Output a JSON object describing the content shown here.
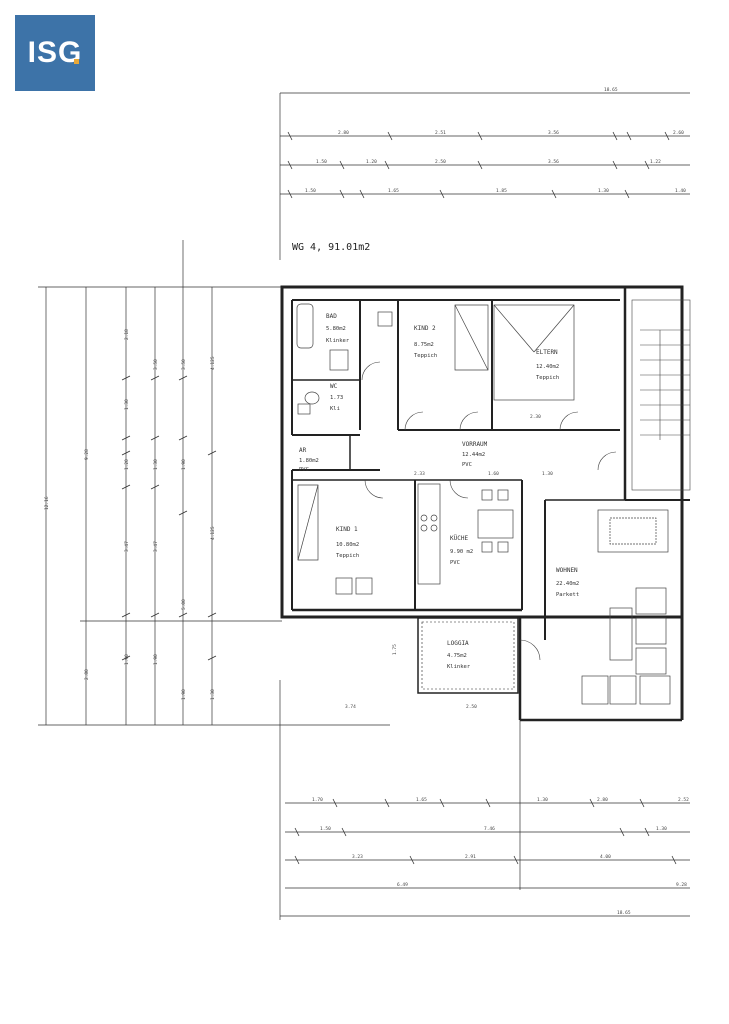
{
  "logo": {
    "text": "ISG",
    "color": "#3d73a8",
    "accent": "#e8a838"
  },
  "plan": {
    "unit_title": "WG 4, 91.01m2",
    "rooms": {
      "bad": {
        "name": "BAD",
        "area": "5.80m2",
        "floor": "Klinker"
      },
      "wc": {
        "name": "WC",
        "area": "1.73",
        "floor": "Kli"
      },
      "ar": {
        "name": "AR",
        "area": "1.80m2",
        "floor": "PVC"
      },
      "kind2": {
        "name": "KIND 2",
        "area": "8.75m2",
        "floor": "Teppich"
      },
      "eltern": {
        "name": "ELTERN",
        "area": "12.40m2",
        "floor": "Teppich"
      },
      "vorraum": {
        "name": "VORRAUM",
        "area": "12.44m2",
        "floor": "PVC"
      },
      "kind1": {
        "name": "KIND 1",
        "area": "10.80m2",
        "floor": "Teppich"
      },
      "kueche": {
        "name": "KÜCHE",
        "area": "9.90 m2",
        "floor": "PVC"
      },
      "wohnen": {
        "name": "WOHNEN",
        "area": "22.40m2",
        "floor": "Parkett"
      },
      "loggia": {
        "name": "LOGGIA",
        "area": "4.75m2",
        "floor": "Klinker"
      }
    },
    "top_dims": {
      "overall": "18.65",
      "row1": [
        "2.80",
        "2.51",
        "3.56",
        "2.60"
      ],
      "row2": [
        "1.50",
        "1.20",
        "2.50",
        "3.56",
        "1.22"
      ],
      "row3": [
        "1.50",
        "1.65",
        "1.85",
        "1.30",
        "1.40"
      ]
    },
    "bottom_dims": {
      "row1": [
        "1.70",
        "1.65",
        "1.30",
        "2.80",
        "2.52"
      ],
      "row2": [
        "1.50",
        "7.46",
        "1.30"
      ],
      "row3": [
        "3.23",
        "2.91",
        "4.00"
      ],
      "row4": [
        "6.49",
        "9.28"
      ],
      "overall": "18.65"
    },
    "left_dims": {
      "overall": "12.16",
      "col2": [
        "9.28",
        "2.80"
      ],
      "col3": [
        "2.18",
        "1.30",
        "1.20",
        "3.47",
        "1.90"
      ],
      "col4": [
        "3.50",
        "1.30",
        "3.47",
        "1.90"
      ],
      "col5": [
        "3.50",
        "1.90",
        "5.00",
        "1.90"
      ],
      "col6": [
        "4.125",
        "4.125",
        "1.30"
      ]
    },
    "misc_labels": [
      "2.33",
      "1.30",
      "1.60",
      "2.30",
      "3.74",
      "2.50",
      "1.75"
    ]
  }
}
